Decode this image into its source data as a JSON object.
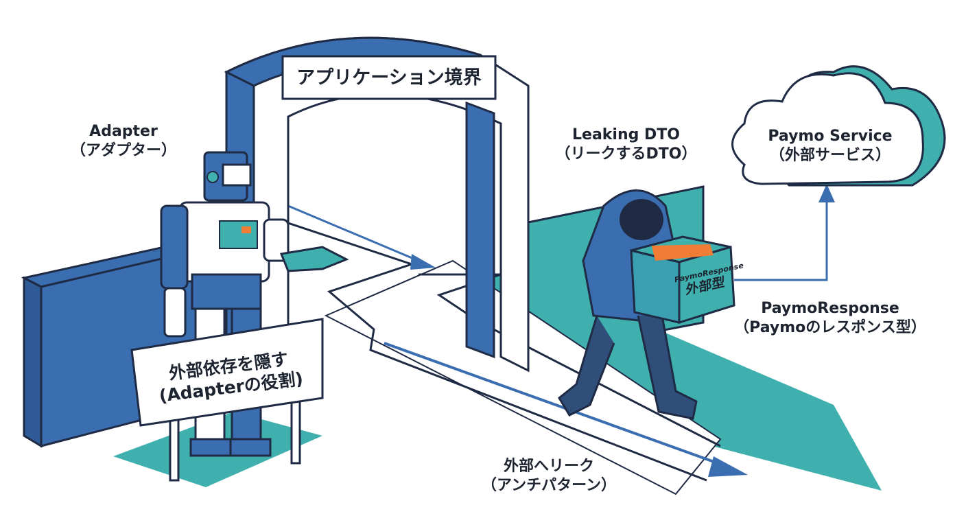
{
  "arch": {
    "title": "アプリケーション境界"
  },
  "adapter": {
    "name": "Adapter",
    "name_ja": "（アダプター）"
  },
  "sign": {
    "line1": "外部依存を隠す",
    "line2": "(Adapterの役割)"
  },
  "leaking": {
    "name": "Leaking DTO",
    "name_ja": "（リークするDTO）"
  },
  "service": {
    "name": "Paymo Service",
    "name_ja": "（外部サービス）"
  },
  "box": {
    "line1": "PaymoResponse",
    "line2": "外部型"
  },
  "response": {
    "name": "PaymoResponse",
    "name_ja": "（Paymoのレスポンス型）"
  },
  "leak": {
    "line1": "外部へリーク",
    "line2": "（アンチパターン）"
  },
  "colors": {
    "blue": "#3a6eb0",
    "dark": "#1f2a44",
    "teal": "#3fb0ae",
    "orange": "#f07c35"
  }
}
